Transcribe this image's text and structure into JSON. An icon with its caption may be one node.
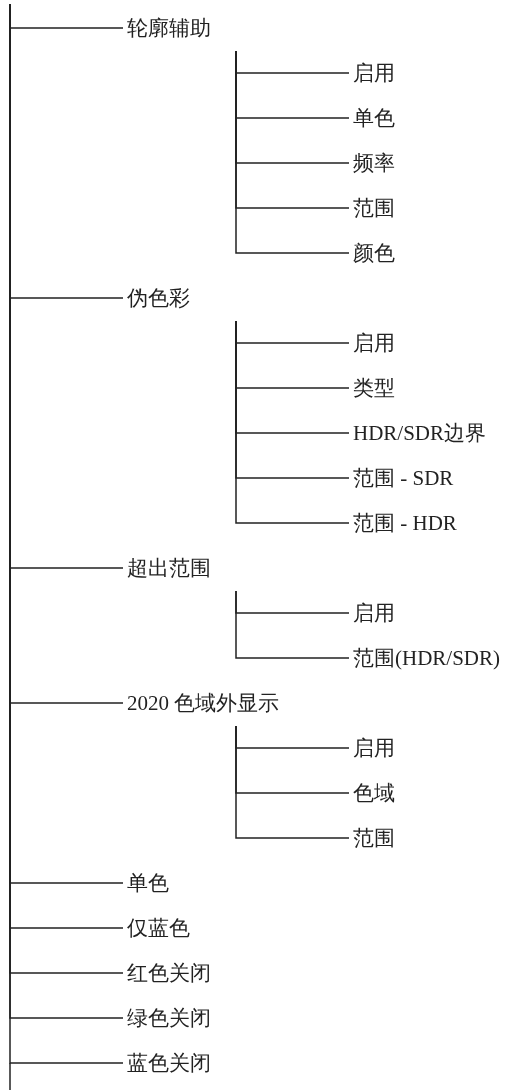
{
  "diagram": {
    "nodes": [
      {
        "text": [
          "轮廓辅助"
        ]
      },
      {
        "text": [
          "启用"
        ]
      },
      {
        "text": [
          "单色"
        ]
      },
      {
        "text": [
          "频率"
        ]
      },
      {
        "text": [
          "范围"
        ]
      },
      {
        "text": [
          "颜色"
        ]
      },
      {
        "text": [
          "伪色彩"
        ]
      },
      {
        "text": [
          "启用"
        ]
      },
      {
        "text": [
          "类型"
        ]
      },
      {
        "text": [
          "HDR/SDR边界"
        ]
      },
      {
        "text": [
          "范围 - SDR"
        ]
      },
      {
        "text": [
          "范围 - HDR"
        ]
      },
      {
        "text": [
          "超出范围"
        ]
      },
      {
        "text": [
          "启用"
        ]
      },
      {
        "text": [
          "范围(HDR/SDR)"
        ]
      },
      {
        "text": [
          "2020 色域外显示"
        ]
      },
      {
        "text": [
          "启用"
        ]
      },
      {
        "text": [
          "色域"
        ]
      },
      {
        "text": [
          "范围"
        ]
      },
      {
        "text": [
          "单色"
        ]
      },
      {
        "text": [
          "仅蓝色"
        ]
      },
      {
        "text": [
          "红色关闭"
        ]
      },
      {
        "text": [
          "绿色关闭"
        ]
      },
      {
        "text": [
          "蓝色关闭"
        ]
      }
    ],
    "edges": [
      {
        "from": null,
        "to": 0,
        "arrow": "none"
      },
      {
        "from": 0,
        "to": 1,
        "arrow": "none"
      },
      {
        "from": 0,
        "to": 2,
        "arrow": "none"
      },
      {
        "from": 0,
        "to": 3,
        "arrow": "none"
      },
      {
        "from": 0,
        "to": 4,
        "arrow": "none"
      },
      {
        "from": 0,
        "to": 5,
        "arrow": "none"
      },
      {
        "from": null,
        "to": 6,
        "arrow": "none"
      },
      {
        "from": 6,
        "to": 7,
        "arrow": "none"
      },
      {
        "from": 6,
        "to": 8,
        "arrow": "none"
      },
      {
        "from": 6,
        "to": 9,
        "arrow": "none"
      },
      {
        "from": 6,
        "to": 10,
        "arrow": "none"
      },
      {
        "from": 6,
        "to": 11,
        "arrow": "none"
      },
      {
        "from": null,
        "to": 12,
        "arrow": "none"
      },
      {
        "from": 12,
        "to": 13,
        "arrow": "none"
      },
      {
        "from": 12,
        "to": 14,
        "arrow": "none"
      },
      {
        "from": null,
        "to": 15,
        "arrow": "none"
      },
      {
        "from": 15,
        "to": 16,
        "arrow": "none"
      },
      {
        "from": 15,
        "to": 17,
        "arrow": "none"
      },
      {
        "from": 15,
        "to": 18,
        "arrow": "none"
      },
      {
        "from": null,
        "to": 19,
        "arrow": "none"
      },
      {
        "from": null,
        "to": 20,
        "arrow": "none"
      },
      {
        "from": null,
        "to": 21,
        "arrow": "none"
      },
      {
        "from": null,
        "to": 22,
        "arrow": "none"
      },
      {
        "from": null,
        "to": 23,
        "arrow": "none"
      }
    ]
  }
}
